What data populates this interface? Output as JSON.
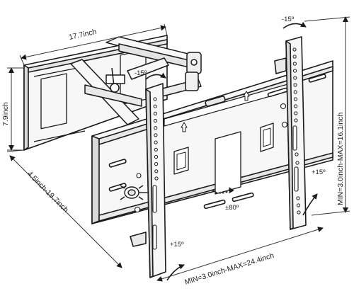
{
  "labels": {
    "width_top": "17.7inch",
    "height_left": "7.9inch",
    "depth": "4.5inch-19.7inch",
    "vesa_vertical": "MIN=3.0inch-MAX=16.1inch",
    "vesa_horizontal": "MIN=3.0inch-MAX=24.4inch",
    "tilt_top_left": "-15º",
    "tilt_top_right": "-15º",
    "tilt_bottom_left": "+15º",
    "tilt_bottom_right": "+15º",
    "rotation": "±80º"
  },
  "colors": {
    "line": "#1a1a1a",
    "metal_fill": "#f7f7f7",
    "shade": "#d9d9d9"
  }
}
